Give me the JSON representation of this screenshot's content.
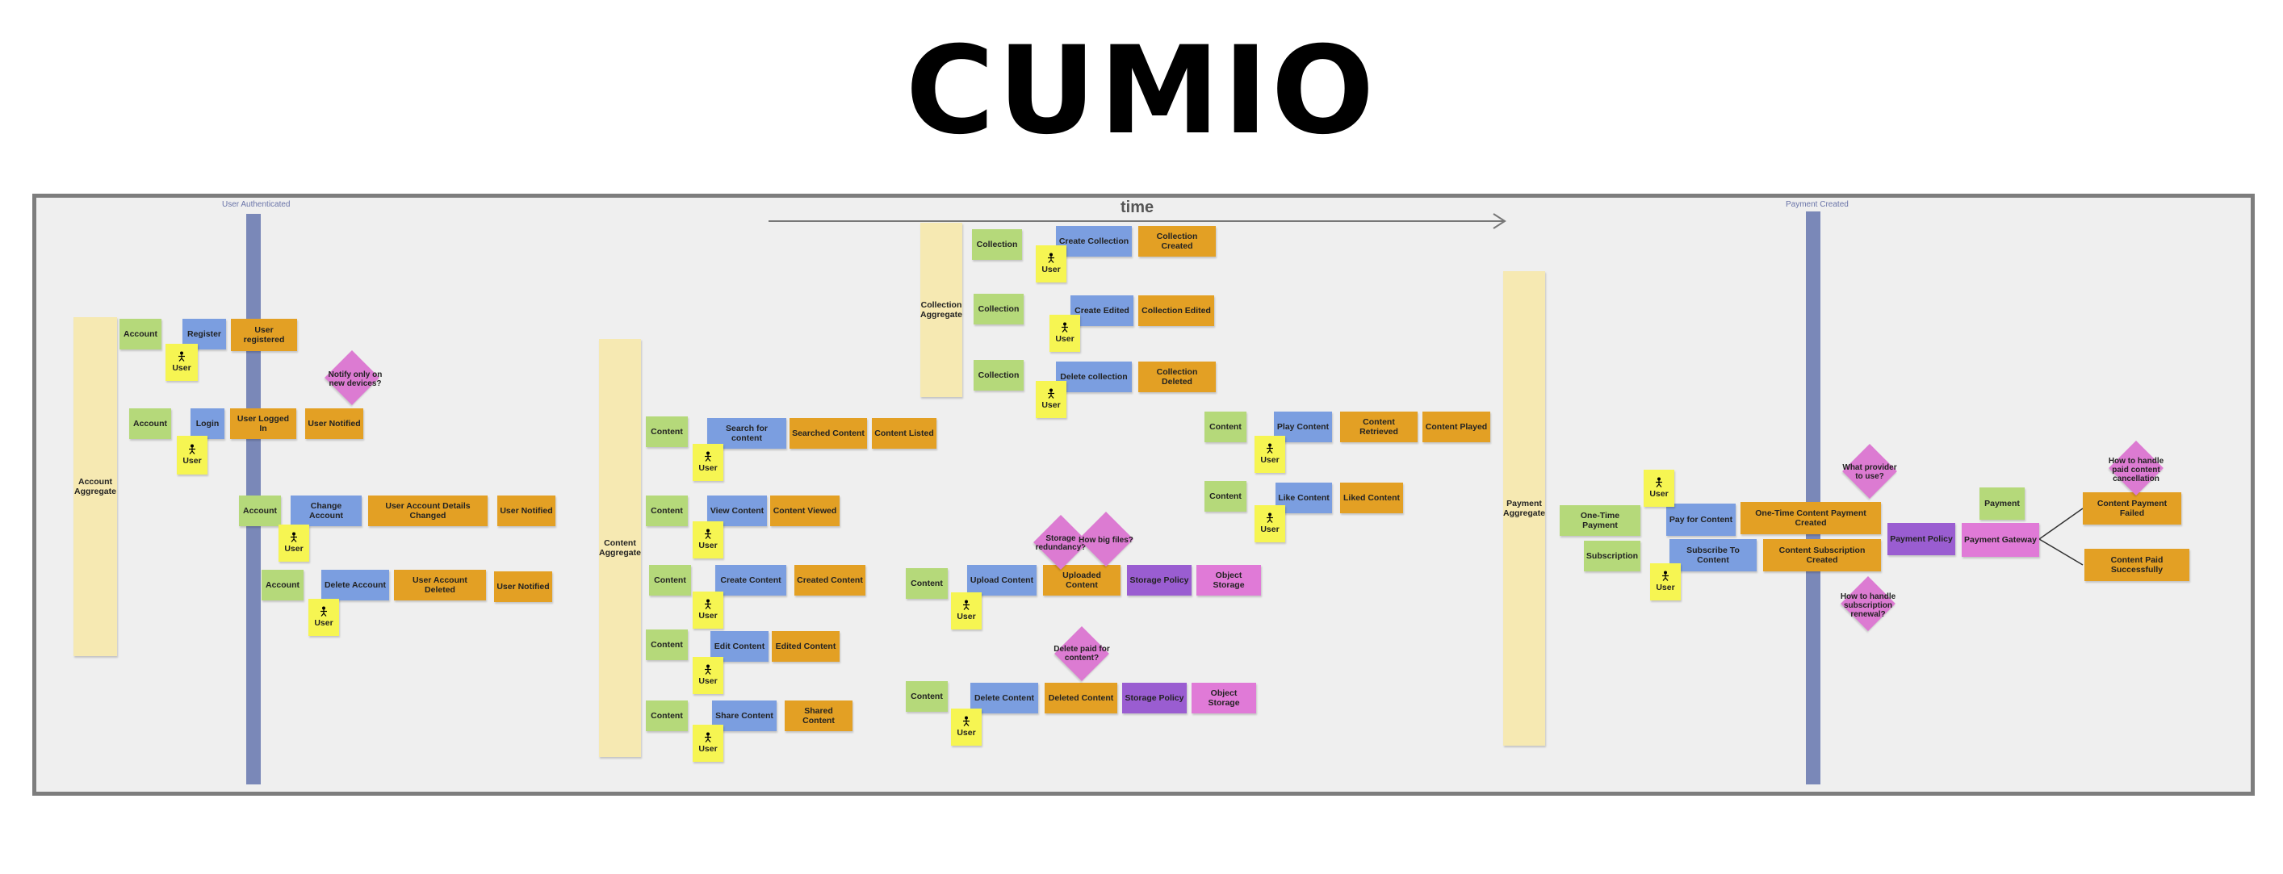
{
  "title": "CUMIO",
  "timeline_label": "time",
  "boundaries": {
    "user_authenticated": "User Authenticated",
    "payment_created": "Payment Created"
  },
  "user_label": "User",
  "colors": {
    "aggregate": "#f6e9b2",
    "command": "#7b9ee0",
    "event": "#e3a024",
    "actor": "#b5d97a",
    "policy": "#9a5dd1",
    "external": "#e07ad7",
    "user": "#f6f552",
    "hotspot": "#dc7bd2"
  },
  "aggregates": {
    "account": "Account Aggregate",
    "content": "Content Aggregate",
    "collection": "Collection Aggregate",
    "payment": "Payment Aggregate"
  },
  "account": {
    "register": {
      "actor": "Account",
      "command": "Register",
      "event": "User registered"
    },
    "login": {
      "actor": "Account",
      "command": "Login",
      "event": "User Logged In",
      "event2": "User Notified"
    },
    "change": {
      "actor": "Account",
      "command": "Change Account",
      "event": "User Account Details Changed",
      "event2": "User Notified"
    },
    "delete": {
      "actor": "Account",
      "command": "Delete Account",
      "event": "User Account Deleted",
      "event2": "User Notified"
    },
    "hotspot_notify": "Notify only on new devices?"
  },
  "content": {
    "search": {
      "actor": "Content",
      "command": "Search for content",
      "event": "Searched Content",
      "event2": "Content Listed"
    },
    "view": {
      "actor": "Content",
      "command": "View Content",
      "event": "Content Viewed"
    },
    "create": {
      "actor": "Content",
      "command": "Create Content",
      "event": "Created Content"
    },
    "edit": {
      "actor": "Content",
      "command": "Edit Content",
      "event": "Edited Content"
    },
    "share": {
      "actor": "Content",
      "command": "Share Content",
      "event": "Shared Content"
    }
  },
  "collection": {
    "create": {
      "actor": "Collection",
      "command": "Create Collection",
      "event": "Collection Created"
    },
    "edit": {
      "actor": "Collection",
      "command": "Create Edited",
      "event": "Collection Edited"
    },
    "delete": {
      "actor": "Collection",
      "command": "Delete collection",
      "event": "Collection Deleted"
    }
  },
  "storage": {
    "upload": {
      "actor": "Content",
      "command": "Upload Content",
      "event": "Uploaded Content",
      "policy": "Storage Policy",
      "external": "Object Storage"
    },
    "delete": {
      "actor": "Content",
      "command": "Delete Content",
      "event": "Deleted Content",
      "policy": "Storage Policy",
      "external": "Object Storage"
    },
    "hotspot_redundancy": "Storage redundancy?",
    "hotspot_size": "How big files?",
    "hotspot_paid": "Delete paid for content?"
  },
  "play": {
    "play": {
      "actor": "Content",
      "command": "Play Content",
      "event": "Content Retrieved",
      "event2": "Content Played"
    },
    "like": {
      "actor": "Content",
      "command": "Like Content",
      "event": "Liked Content"
    }
  },
  "payment": {
    "onetime": {
      "actor": "One-Time Payment",
      "command": "Pay for Content",
      "event": "One-Time Content Payment Created"
    },
    "subscription": {
      "actor": "Subscription",
      "command": "Subscribe To Content",
      "event": "Content Subscription Created"
    },
    "policy": "Payment Policy",
    "gateway": "Payment Gateway",
    "gateway_actor": "Payment",
    "failed": "Content Payment Failed",
    "success": "Content Paid Successfully",
    "hotspot_provider": "What provider to use?",
    "hotspot_renewal": "How to handle subscription renewal?",
    "hotspot_cancel": "How to handle paid content cancellation"
  }
}
